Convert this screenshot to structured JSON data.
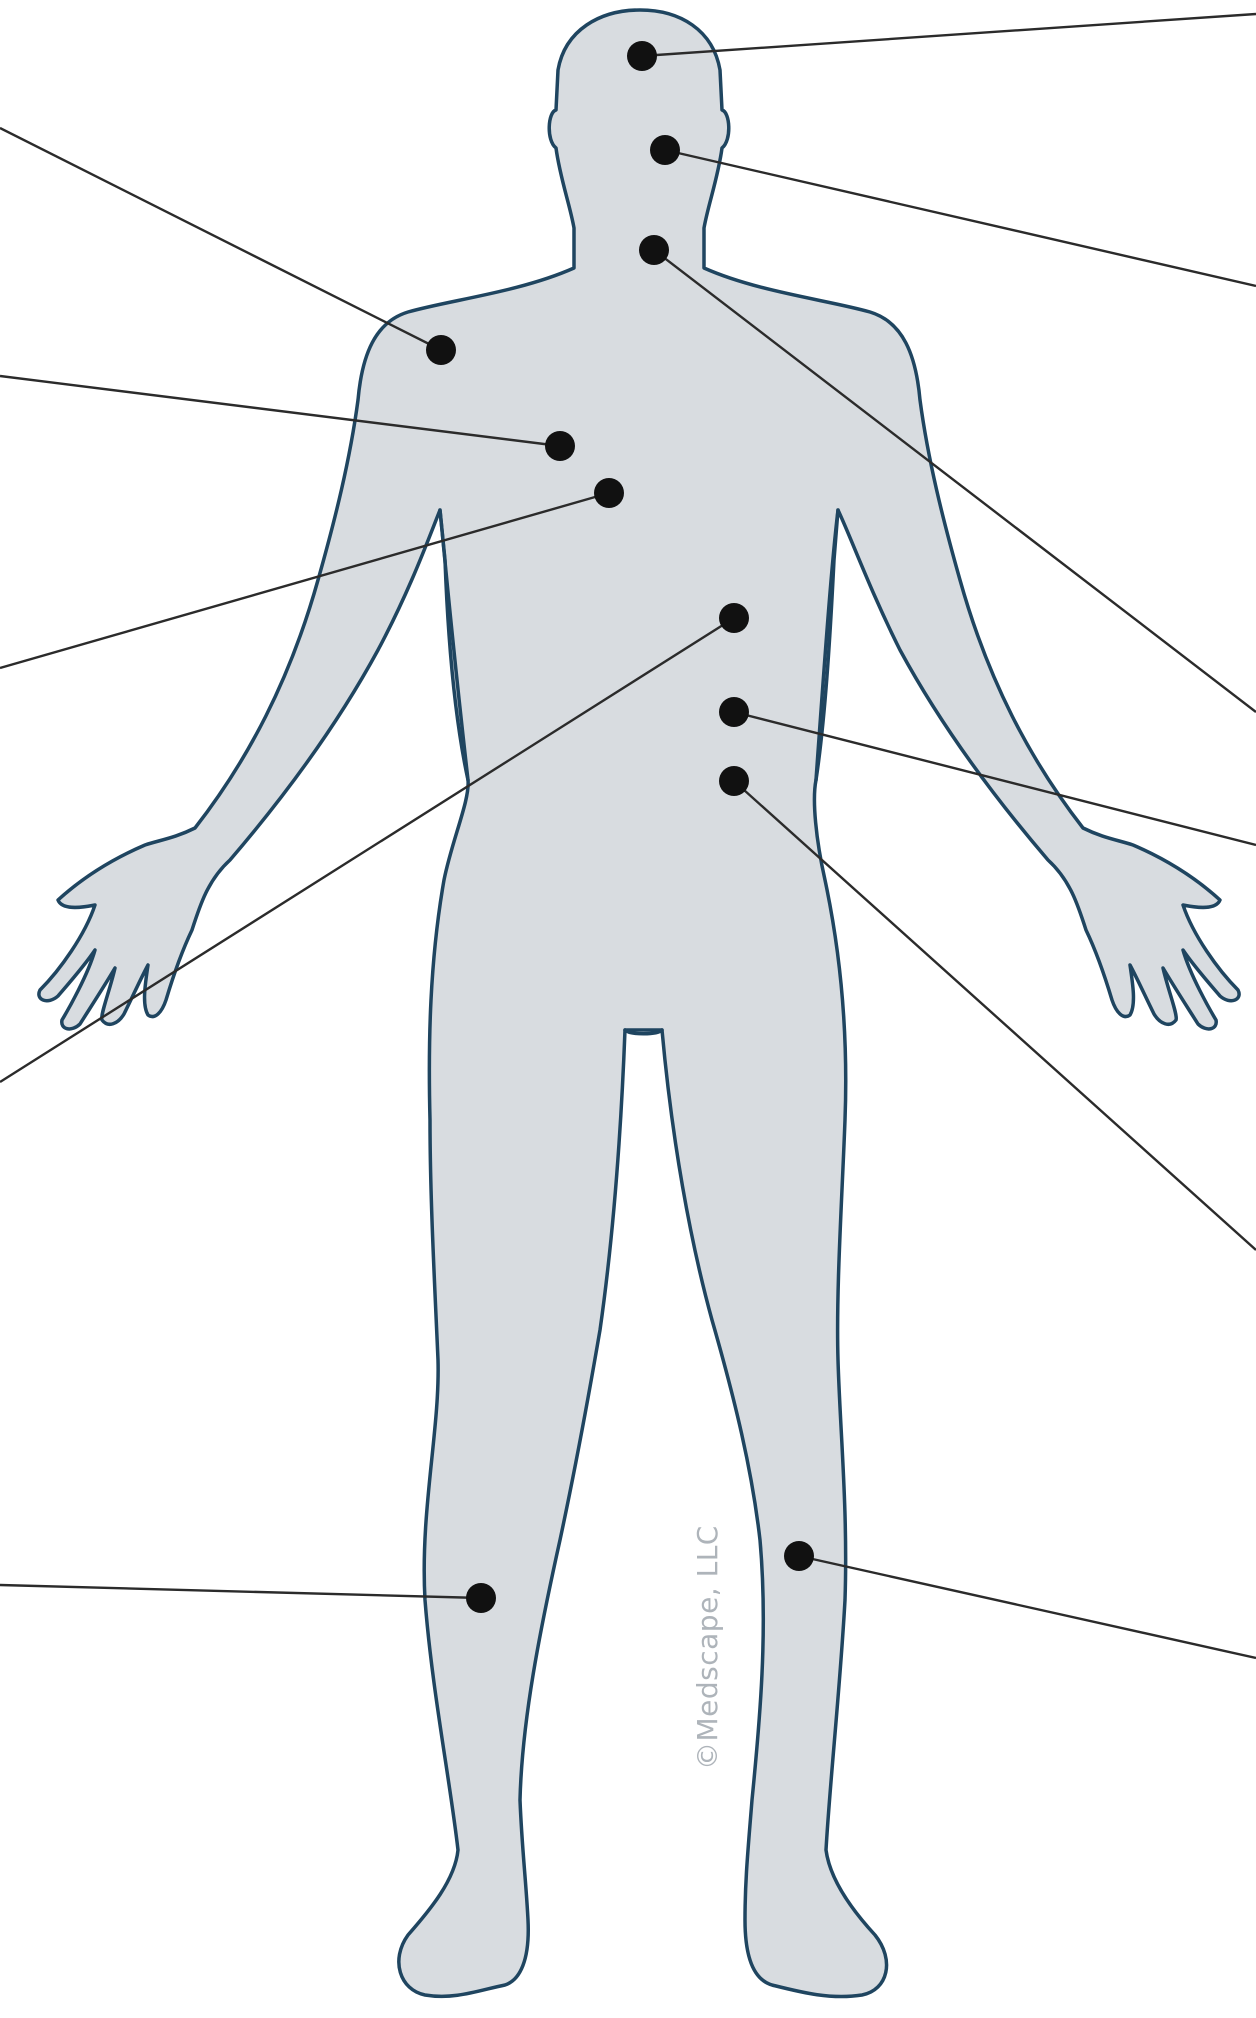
{
  "figure": {
    "watermark": "©Medscape, LLC",
    "colors": {
      "body_fill": "#d8dce0",
      "body_outline": "#1f4560",
      "marker": "#111111",
      "leader_line": "#2b2b2b",
      "watermark": "#aeb4ba"
    },
    "markers": [
      {
        "name": "marker-head-top",
        "side": "right"
      },
      {
        "name": "marker-head-back",
        "side": "right"
      },
      {
        "name": "marker-neck",
        "side": "right"
      },
      {
        "name": "marker-left-shoulder",
        "side": "left"
      },
      {
        "name": "marker-upper-chest",
        "side": "left"
      },
      {
        "name": "marker-mid-chest",
        "side": "left"
      },
      {
        "name": "marker-lower-ribs",
        "side": "left"
      },
      {
        "name": "marker-waist",
        "side": "right"
      },
      {
        "name": "marker-hip",
        "side": "right"
      },
      {
        "name": "marker-left-knee",
        "side": "left"
      },
      {
        "name": "marker-right-knee",
        "side": "right"
      }
    ]
  }
}
